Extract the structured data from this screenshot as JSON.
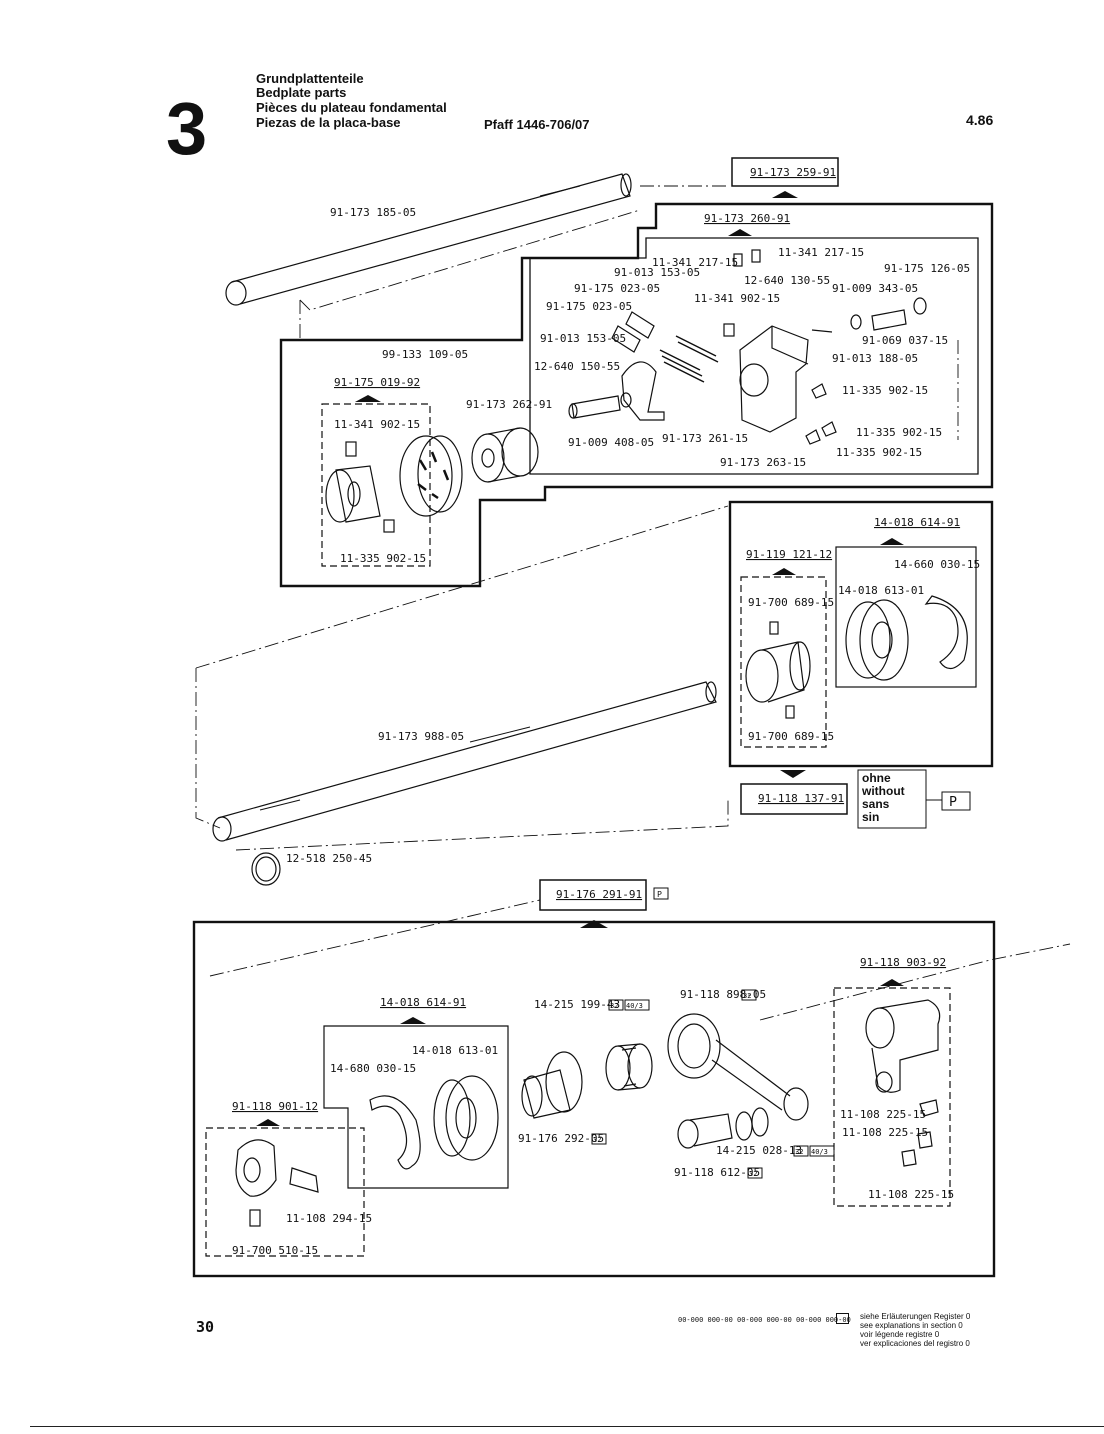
{
  "section_number": "3",
  "header": {
    "titles": [
      "Grundplattenteile",
      "Bedplate parts",
      "Pièces du plateau fondamental",
      "Piezas de la placa-base"
    ],
    "model": "Pfaff 1446-706/07",
    "date": "4.86"
  },
  "labels": {
    "l1": "91-173 259-91",
    "l2": "91-173 185-05",
    "l3": "91-173 260-91",
    "l4": "11-341 217-15",
    "l5": "11-341 217-15",
    "l6": "91-013 153-05",
    "l7": "91-175 023-05",
    "l8": "91-175 023-05",
    "l9": "12-640 130-55",
    "l10": "91-009 343-05",
    "l11": "91-175 126-05",
    "l12": "11-341 902-15",
    "l13": "91-013 153-05",
    "l14": "91-069 037-15",
    "l15": "91-013 188-05",
    "l16": "12-640 150-55",
    "l17": "11-335 902-15",
    "l18": "99-133 109-05",
    "l19": "91-175 019-92",
    "l20": "91-173 262-91",
    "l21": "11-341 902-15",
    "l22": "91-009 408-05",
    "l23": "91-173 261-15",
    "l24": "11-335 902-15",
    "l25": "11-335 902-15",
    "l26": "91-173 263-15",
    "l27": "11-335 902-15",
    "l28": "14-018 614-91",
    "l29": "91-119 121-12",
    "l30": "14-660 030-15",
    "l31": "14-018 613-01",
    "l32": "91-700 689-15",
    "l33": "91-700 689-15",
    "l34": "91-173 988-05",
    "l35": "91-118 137-91",
    "l36": "12-518 250-45",
    "l37": "91-176 291-91",
    "l38": "91-118 903-92",
    "l39": "14-018 614-91",
    "l40": "14-215 199-43",
    "l41": "91-118 898-05",
    "l42": "14-018 613-01",
    "l43": "14-680 030-15",
    "l44": "91-118 901-12",
    "l45": "91-176 292-05",
    "l46": "11-108 225-15",
    "l47": "11-108 225-15",
    "l48": "14-215 028-13",
    "l49": "91-118 612-05",
    "l50": "11-108 294-15",
    "l51": "11-108 225-15",
    "l52": "91-700 510-15"
  },
  "badges": {
    "p": "P",
    "b32": "32",
    "b403": "40/3"
  },
  "ohne_block": [
    "ohne",
    "without",
    "sans",
    "sin"
  ],
  "footer": {
    "page_number": "30",
    "legend_codes": "00-000 000-00   00-000 000-00   00-000 000-00",
    "legend_lines": [
      "siehe Erläuterungen Register 0",
      "see explanations in section 0",
      "voir légende registre 0",
      "ver explicaciones del registro 0"
    ]
  }
}
